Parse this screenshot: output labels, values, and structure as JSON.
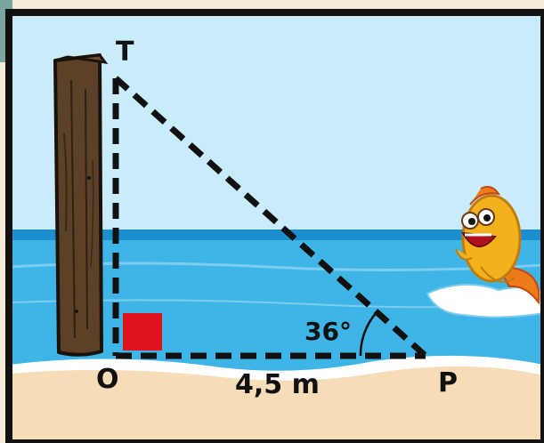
{
  "diagram": {
    "vertices": {
      "top": "T",
      "origin": "O",
      "point": "P"
    },
    "angle_label": "36°",
    "base_length_label": "4,5 m",
    "right_angle_marker_color": "#e0141c",
    "elements": [
      "wooden-post",
      "fish-character",
      "sea",
      "sky",
      "sand"
    ]
  },
  "colors": {
    "sky": "#c8ecfa",
    "sea": "#3fb4e6",
    "sea_dark": "#1d8fd0",
    "sand": "#f7dcb8",
    "frame": "#111111",
    "post": "#5a4128",
    "fish": "#f3b21c"
  }
}
